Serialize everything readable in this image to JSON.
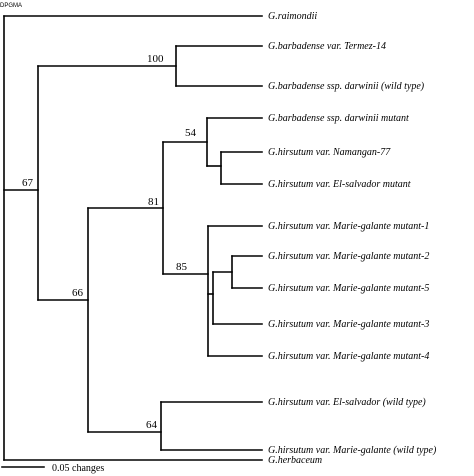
{
  "corner_label": "DPGMA",
  "taxa": [
    "G.raimondii",
    "G.barbadense var. Termez-14",
    "G.barbadense ssp. darwinii  (wild type)",
    "G.barbadense ssp. darwinii mutant",
    "G.hirsutum var. Namangan-77",
    "G.hirsutum var. El-salvador mutant",
    "G.hirsutum var. Marie-galante mutant-1",
    "G.hirsutum var. Marie-galante mutant-2",
    "G.hirsutum var. Marie-galante mutant-5",
    "G.hirsutum var. Marie-galante mutant-3",
    "G.hirsutum var. Marie-galante mutant-4",
    "G.hirsutum var. El-salvador  (wild type)",
    "G.hirsutum var. Marie-galante (wild type)",
    "G.herbaceum"
  ],
  "bootstrap": {
    "n100": "100",
    "n67": "67",
    "n54": "54",
    "n81": "81",
    "n85": "85",
    "n66": "66",
    "n64": "64"
  },
  "scale_bar": {
    "label": "0.05 changes",
    "length": 0.05
  }
}
